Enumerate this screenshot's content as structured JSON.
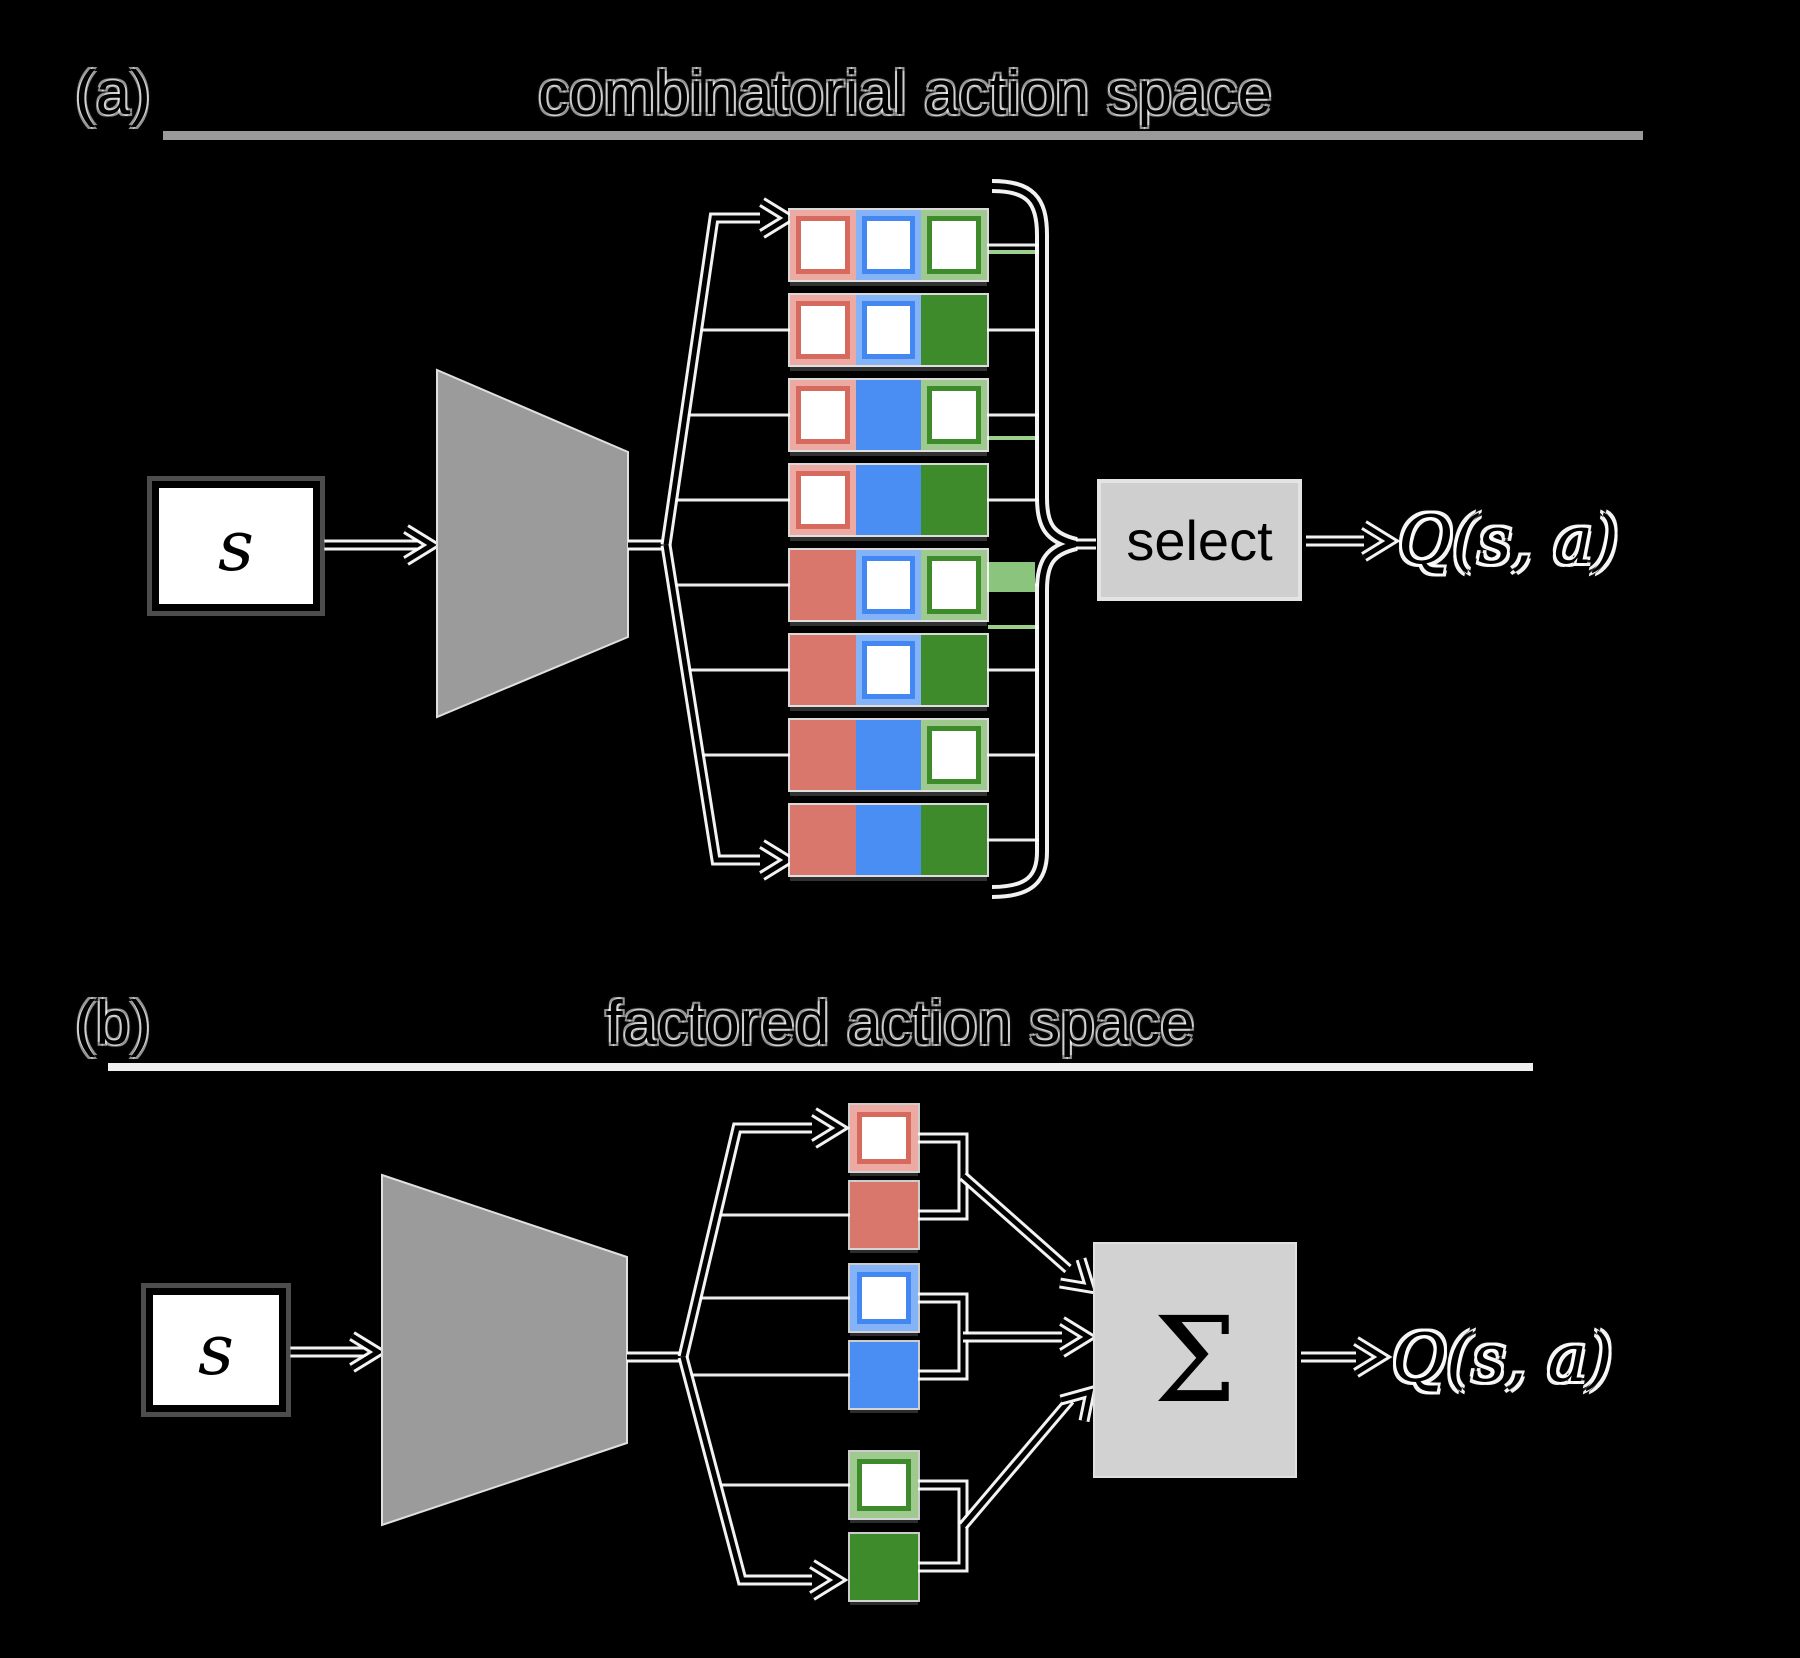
{
  "figure": {
    "background": "#000000"
  },
  "colors": {
    "red": "#d9776c",
    "red_light": "#ecaaa2",
    "red_border": "#d66a5e",
    "blue": "#4b8ef3",
    "blue_light": "#85b3f7",
    "blue_border": "#4388f2",
    "green": "#3d8b2a",
    "green_light": "#9fca8f",
    "green_border": "#3d8b2a",
    "trapezoid_gray": "#9b9b9b",
    "select_box_gray": "#cfcfcf",
    "sum_box_gray": "#d2d2d2",
    "rule_a_gray": "#9a9a9a",
    "rule_b_white": "#efefef",
    "accent_green_line": "#9ccf8c",
    "accent_green_tab": "#8bc47c"
  },
  "panel_a": {
    "label": "(a)",
    "title": "combinatorial action space",
    "state_label": "s",
    "select_label": "select",
    "output_label": "Q(s, a)",
    "action_colors": [
      "red",
      "blue",
      "green"
    ],
    "rows": [
      [
        0,
        0,
        0
      ],
      [
        0,
        0,
        1
      ],
      [
        0,
        1,
        0
      ],
      [
        0,
        1,
        1
      ],
      [
        1,
        0,
        0
      ],
      [
        1,
        0,
        1
      ],
      [
        1,
        1,
        0
      ],
      [
        1,
        1,
        1
      ]
    ]
  },
  "panel_b": {
    "label": "(b)",
    "title": "factored action space",
    "state_label": "s",
    "sum_label": "Σ",
    "output_label": "Q(s, a)",
    "pairs": [
      {
        "color": "red",
        "cells": [
          0,
          1
        ]
      },
      {
        "color": "blue",
        "cells": [
          0,
          1
        ]
      },
      {
        "color": "green",
        "cells": [
          0,
          1
        ]
      }
    ]
  }
}
